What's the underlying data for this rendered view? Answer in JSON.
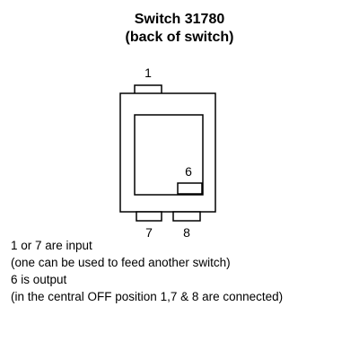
{
  "title": {
    "line1": "Switch 31780",
    "line2": "(back of switch)"
  },
  "pins": {
    "top": "1",
    "inner": "6",
    "bottom_left": "7",
    "bottom_right": "8"
  },
  "notes": [
    "1 or 7 are input",
    "(one can be used to feed another switch)",
    "6 is output",
    "(in the central OFF position 1,7 & 8 are connected)"
  ]
}
